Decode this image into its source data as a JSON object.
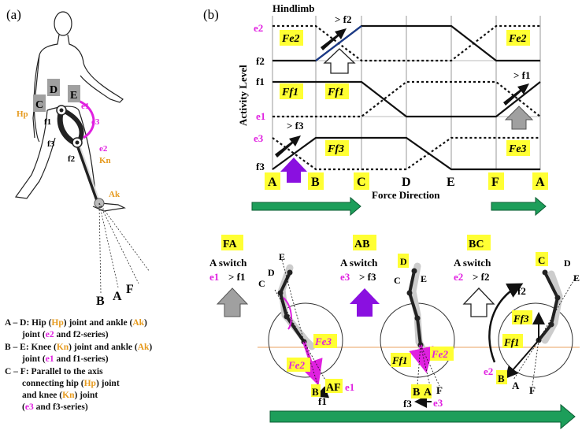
{
  "panel_a_label": "(a)",
  "panel_b_label": "(b)",
  "body_labels": {
    "C": "C",
    "D": "D",
    "E": "E",
    "Hp": "Hp",
    "e1": "e1",
    "e3": "e3",
    "f1": "f1",
    "f3": "f3",
    "f2": "f2",
    "e2": "e2",
    "Kn": "Kn",
    "Ak": "Ak",
    "B": "B",
    "A": "A",
    "F": "F"
  },
  "legend": [
    {
      "prefix": "A – D: Hip (",
      "j1": "Hp",
      "mid": ") joint and ankle (",
      "j2": "Ak",
      "end": ")",
      "line2a": "joint (",
      "e": "e2",
      "line2b": " and f2-series)"
    },
    {
      "prefix": "B – E: Knee (",
      "j1": "Kn",
      "mid": ") joint and ankle (",
      "j2": "Ak",
      "end": ")",
      "line2a": "joint (",
      "e": "e1",
      "line2b": " and f1-series)"
    },
    {
      "prefix": "C – F: Parallel to the axis",
      "line2": "connecting hip (",
      "j1": "Hp",
      "line2end": ") joint",
      "line3a": "and knee (",
      "j2": "Kn",
      "line3b": ") joint",
      "line4a": "(",
      "e": "e3",
      "line4b": " and f3-series)"
    }
  ],
  "chart": {
    "title": "Hindlimb",
    "ylabel": "Activity Level",
    "xlabel": "Force Direction",
    "y_ticks": [
      "e2",
      "f2",
      "f1",
      "e1",
      "e3",
      "f3"
    ],
    "x_ticks": [
      "A",
      "B",
      "C",
      "D",
      "E",
      "F",
      "A"
    ],
    "box_labels": [
      "Fe2",
      "Fe2",
      "Ff1",
      "Ff1",
      "Ff3",
      "Fe3"
    ],
    "arrow_labels": [
      "> f2",
      "> f1",
      "> f3"
    ]
  },
  "switches": [
    {
      "code": "FA",
      "title": "A switch",
      "e": "e1",
      "f": "> f1"
    },
    {
      "code": "AB",
      "title": "A switch",
      "e": "e3",
      "f": "> f3"
    },
    {
      "code": "BC",
      "title": "A switch",
      "e": "e2",
      "f": "> f2"
    }
  ],
  "limb_labels": {
    "l1": {
      "C": "C",
      "D": "D",
      "E": "E",
      "Fe3": "Fe3",
      "Fe2": "Fe2",
      "B": "B",
      "A": "A",
      "F": "F",
      "e1": "e1",
      "f1": "f1"
    },
    "l2": {
      "C": "C",
      "D": "D",
      "E": "E",
      "Ff1": "Ff1",
      "Fe2": "Fe2",
      "B": "B",
      "A": "A",
      "F": "F",
      "e3": "e3",
      "f3": "f3"
    },
    "l3": {
      "C": "C",
      "D": "D",
      "E": "E",
      "Ff3": "Ff3",
      "Ff1": "Ff1",
      "f2": "f2",
      "e2": "e2",
      "B": "B",
      "A": "A",
      "F": "F"
    }
  },
  "colors": {
    "magenta": "#e020e0",
    "orange": "#e69a1e",
    "yellow": "#ffff33",
    "green": "#1d9e5a",
    "gray": "#a0a0a0",
    "purple": "#8a10e0"
  }
}
